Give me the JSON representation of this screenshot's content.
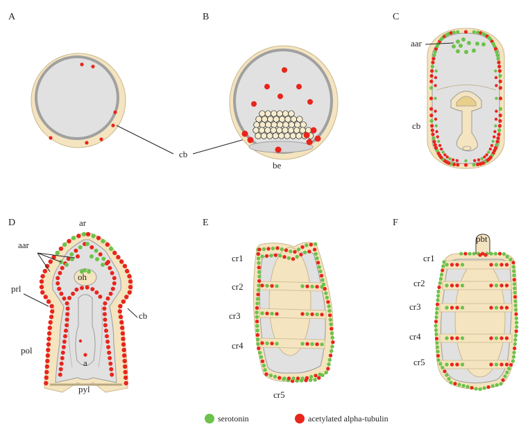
{
  "panels": {
    "a": {
      "letter": "A"
    },
    "b": {
      "letter": "B"
    },
    "c": {
      "letter": "C"
    },
    "d": {
      "letter": "D"
    },
    "e": {
      "letter": "E"
    },
    "f": {
      "letter": "F"
    }
  },
  "labels": {
    "cb": "cb",
    "be": "be",
    "aar": "aar",
    "ar": "ar",
    "oh": "oh",
    "prl": "prl",
    "pol": "pol",
    "a": "a",
    "pyl": "pyl",
    "cr1": "cr1",
    "cr2": "cr2",
    "cr3": "cr3",
    "cr4": "cr4",
    "cr5": "cr5",
    "pbt": "pbt"
  },
  "legend": {
    "serotonin": "serotonin",
    "tubulin": "acetylated alpha-tubulin"
  },
  "colors": {
    "serotonin": "#6cc24a",
    "tubulin": "#e8251c",
    "yolk": "#f4e4bf",
    "tissue": "#e1e1e1"
  }
}
